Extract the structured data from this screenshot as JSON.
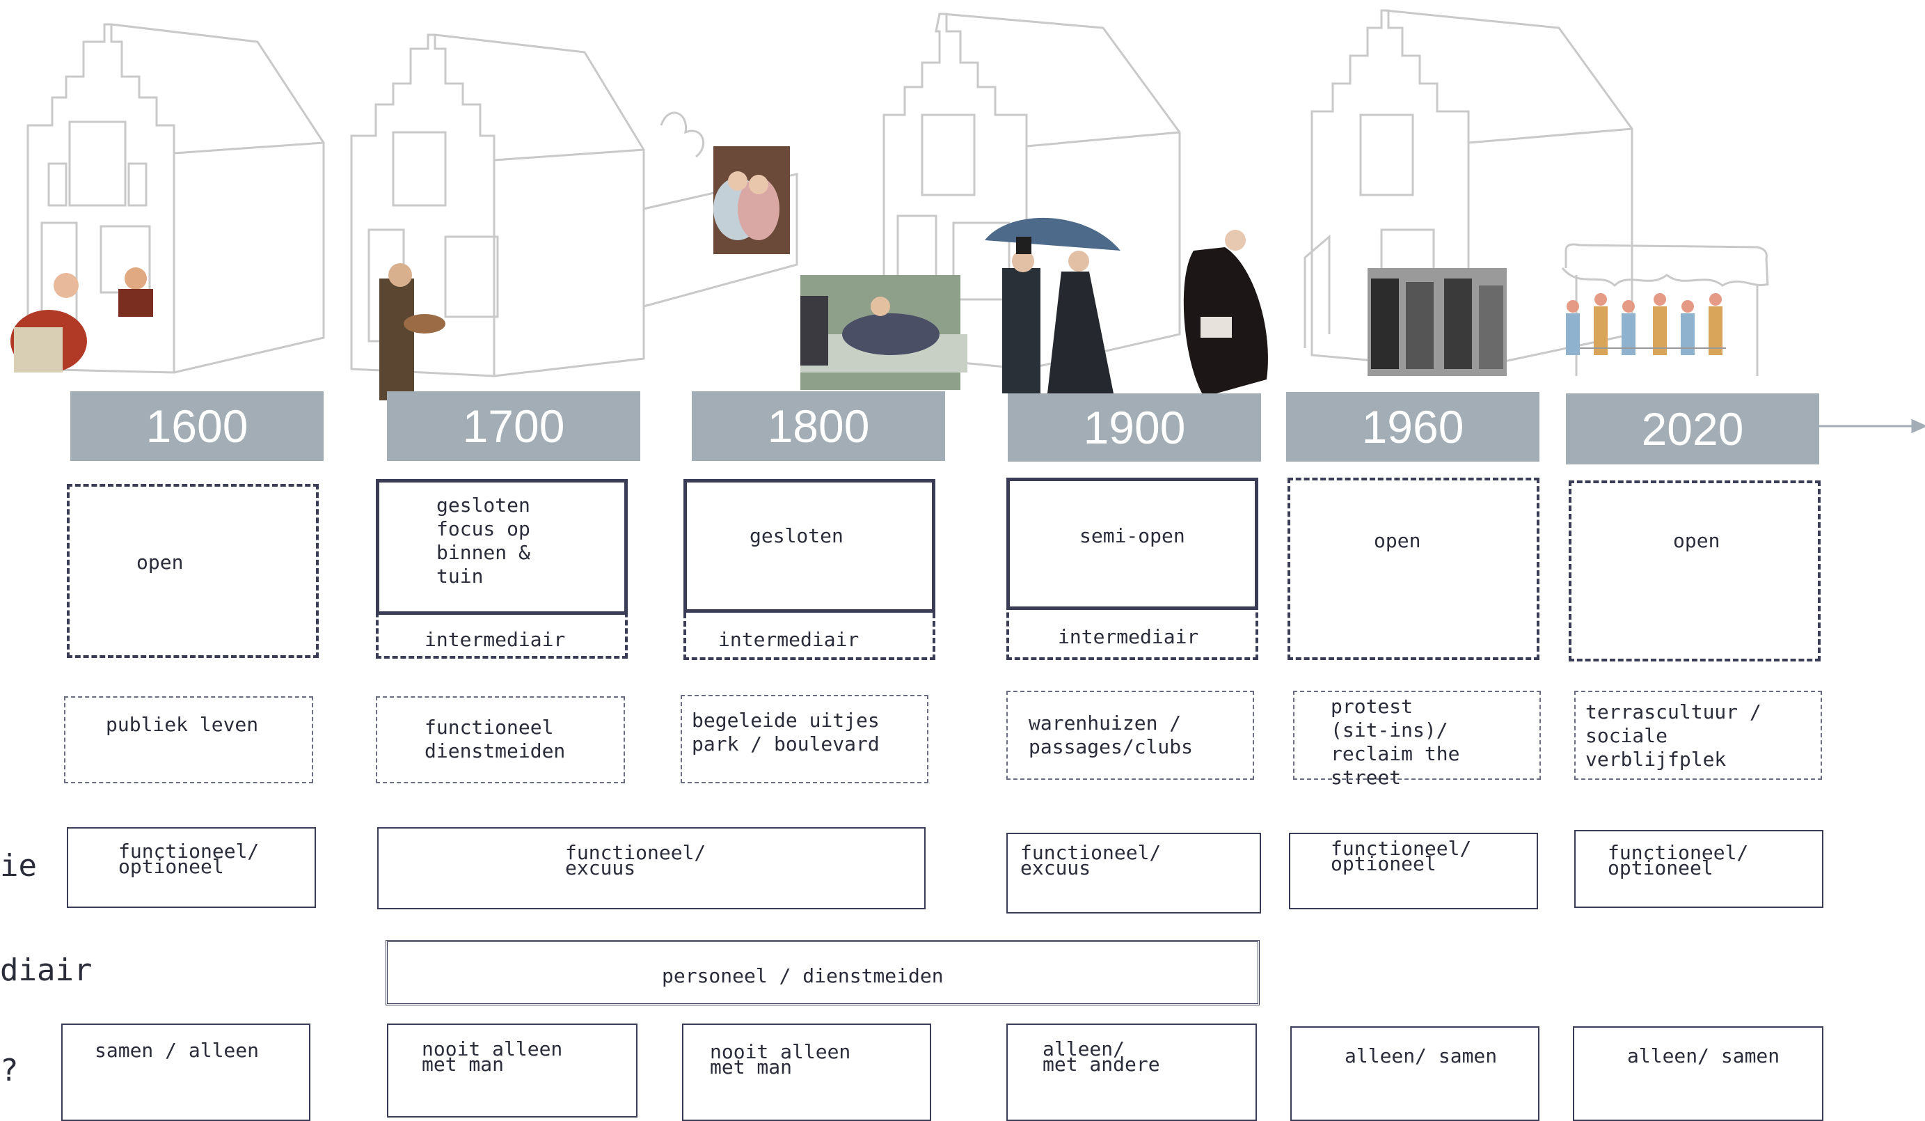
{
  "years": [
    "1600",
    "1700",
    "1800",
    "1900",
    "1960",
    "2020"
  ],
  "openness": {
    "col1600": "open",
    "col1700": "gesloten\nfocus op\nbinnen &\ntuin",
    "col1800": "gesloten",
    "col1900": "semi-open",
    "col1960": "open",
    "col2020": "open",
    "intermediate_label": "intermediair"
  },
  "activities": {
    "col1600": "publiek leven",
    "col1700": "functioneel\ndienstmeiden",
    "col1800": "begeleide uitjes\npark / boulevard",
    "col1900": "warenhuizen /\npassages/clubs",
    "col1960": "protest\n(sit-ins)/\nreclaim the street",
    "col2020": "terrascultuur /\nsociale\nverblijfplek"
  },
  "row_functie": {
    "label": "ie",
    "col1600": "functioneel/\noptioneel",
    "col1700_1800": "functioneel/\nexcuus",
    "col1900": "functioneel/\nexcuus",
    "col1960": "functioneel/\noptioneel",
    "col2020": "functioneel/\noptioneel"
  },
  "row_intermediair": {
    "label": "diair",
    "span_1700_1900": "personeel / dienstmeiden"
  },
  "row_alleen": {
    "label": "?",
    "col1600": "samen / alleen",
    "col1700": "nooit alleen\nmet man",
    "col1800": "nooit alleen\nmet man",
    "col1900": "alleen/\nmet andere",
    "col1960": "alleen/ samen",
    "col2020": "alleen/ samen"
  },
  "colors": {
    "year_band": "#a3adb6",
    "border": "#3a3d55",
    "sketch": "#c9c9c9",
    "arrow": "#a3adb6"
  },
  "icons": [
    "house-sketch",
    "figure-illustration",
    "umbrella",
    "terrace-awning"
  ]
}
